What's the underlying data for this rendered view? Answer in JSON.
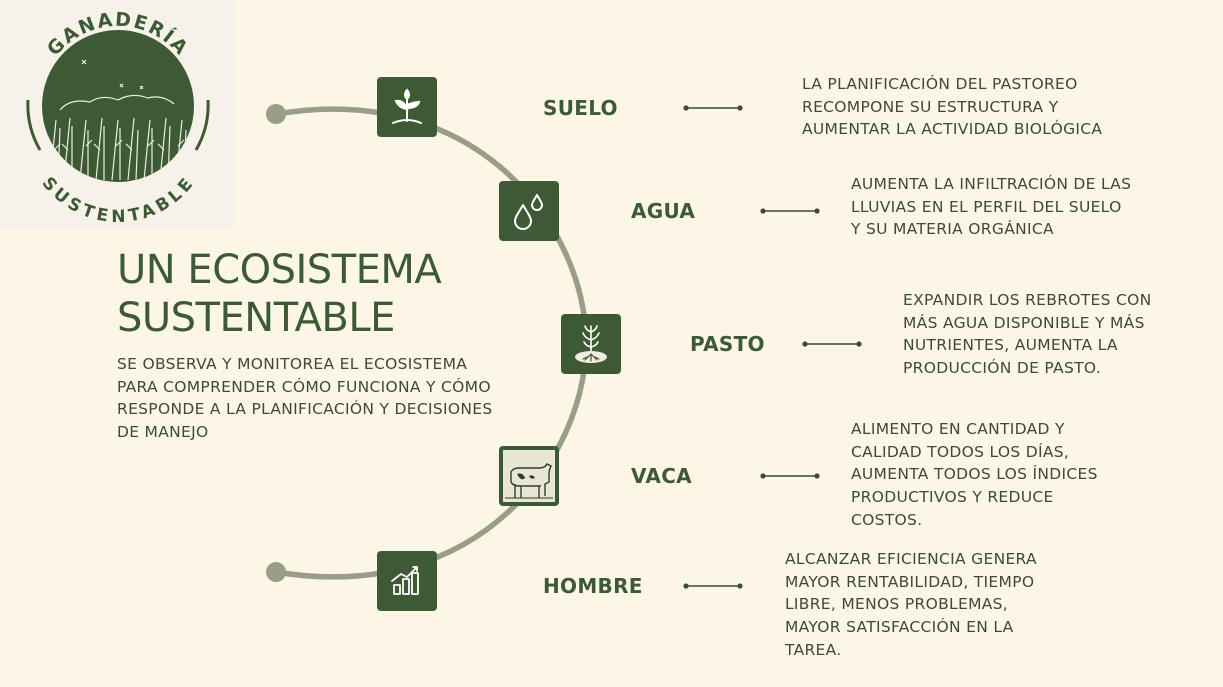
{
  "logo": {
    "top_word": "GANADERÍA",
    "bottom_word": "SUSTENTABLE"
  },
  "title": "UN ECOSISTEMA SUSTENTABLE",
  "description": "SE OBSERVA Y MONITOREA EL ECOSISTEMA PARA COMPRENDER CÓMO FUNCIONA Y CÓMO RESPONDE A LA PLANIFICACIÓN Y DECISIONES DE MANEJO",
  "stages": [
    {
      "label": "SUELO",
      "icon": "plant-sprout-icon",
      "text": "LA PLANIFICACIÓN DEL PASTOREO RECOMPONE SU ESTRUCTURA Y AUMENTAR LA ACTIVIDAD BIOLÓGICA"
    },
    {
      "label": "AGUA",
      "icon": "water-drops-icon",
      "text": "AUMENTA LA INFILTRACIÓN DE LAS LLUVIAS EN EL PERFIL DEL SUELO Y SU MATERIA ORGÁNICA"
    },
    {
      "label": "PASTO",
      "icon": "grass-roots-icon",
      "text": "EXPANDIR LOS REBROTES CON MÁS AGUA DISPONIBLE Y MÁS NUTRIENTES, AUMENTA LA PRODUCCIÓN DE PASTO."
    },
    {
      "label": "VACA",
      "icon": "cow-icon",
      "text": "ALIMENTO EN CANTIDAD Y CALIDAD TODOS LOS DÍAS, AUMENTA TODOS LOS ÍNDICES PRODUCTIVOS Y REDUCE COSTOS."
    },
    {
      "label": "HOMBRE",
      "icon": "growth-chart-icon",
      "text": "ALCANZAR EFICIENCIA GENERA MAYOR RENTABILIDAD, TIEMPO LIBRE, MENOS PROBLEMAS, MAYOR SATISFACCIÓN EN LA TAREA."
    }
  ],
  "colors": {
    "background": "#fcf6e6",
    "accent": "#3e5a35",
    "arc": "#9a9d87"
  }
}
